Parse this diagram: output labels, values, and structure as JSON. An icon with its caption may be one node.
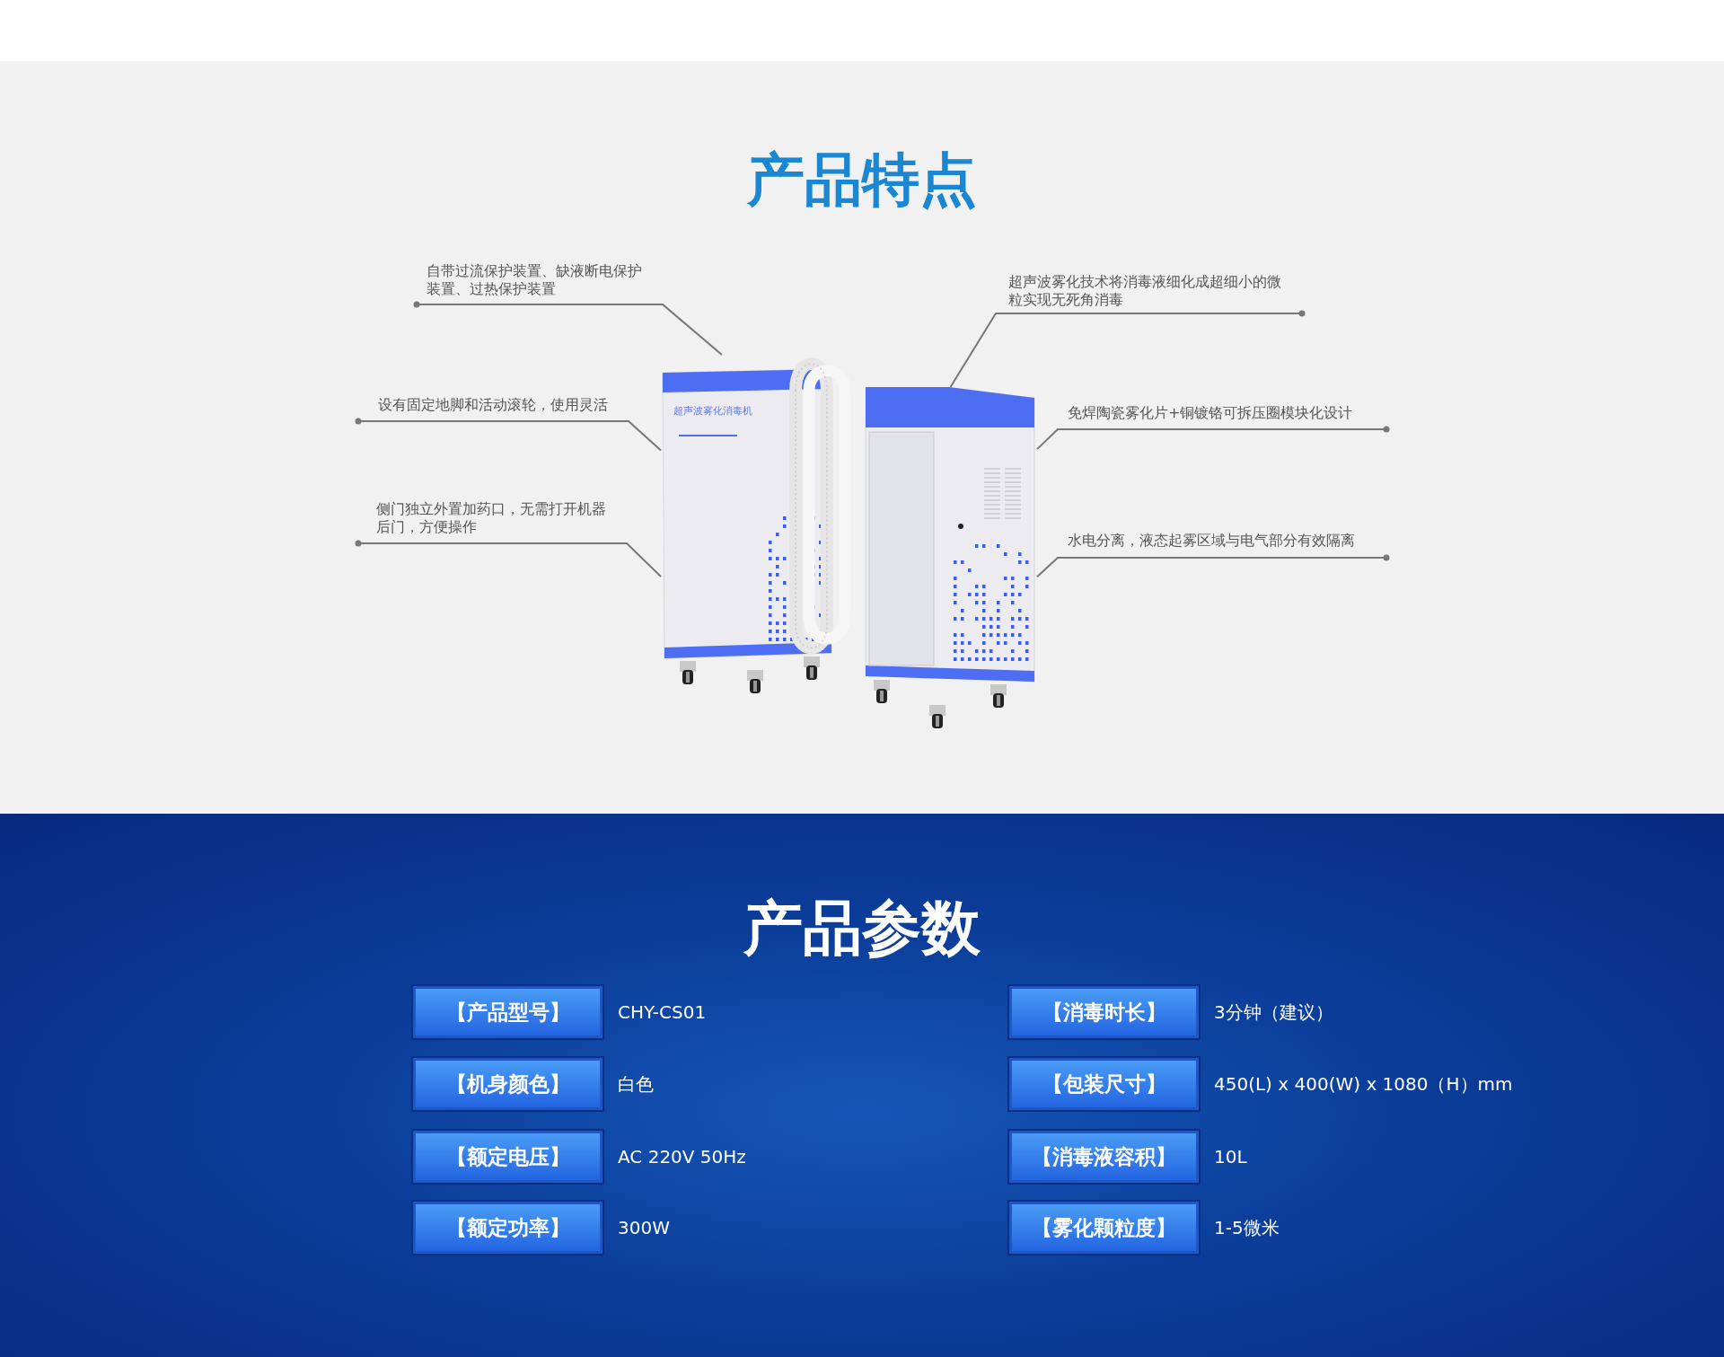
{
  "diagram": {
    "title": "产品特点",
    "nodes": [
      {
        "text": [
          "自带过流保护装置、缺液断电保护装置、过热保护装置"
        ]
      },
      {
        "text": [
          "超声波雾化技术将消毒液细化成超细小的微粒实现无死角消毒"
        ]
      },
      {
        "text": [
          "设有固定地脚和活动滚轮，使用灵活"
        ]
      },
      {
        "text": [
          "免焊陶瓷雾化片+铜镀铬可拆压圈模块化设计"
        ]
      },
      {
        "text": [
          "侧门独立外置加药口，无需打开机器后门，方便操作"
        ]
      },
      {
        "text": [
          "水电分离，液态起雾区域与电气部分有效隔离"
        ]
      },
      {
        "text": [],
        "shape": "picture"
      },
      {
        "text": [],
        "shape": "picture"
      },
      {
        "text": [
          "【产品型号】"
        ],
        "beside": [
          "CHY-CS01"
        ]
      },
      {
        "text": [
          "【消毒时长】"
        ],
        "beside": [
          "3分钟（建议）"
        ]
      },
      {
        "text": [
          "【机身颜色】"
        ],
        "beside": [
          "白色"
        ]
      },
      {
        "text": [
          "【包装尺寸】"
        ],
        "beside": [
          "450(L) x 400(W) x 1080（H）mm"
        ]
      },
      {
        "text": [
          "【额定电压】"
        ],
        "beside": [
          "AC 220V  50Hz"
        ]
      },
      {
        "text": [
          "【消毒液容积】"
        ],
        "beside": [
          "10L"
        ]
      },
      {
        "text": [
          "【额定功率】"
        ],
        "beside": [
          "300W"
        ]
      },
      {
        "text": [
          "【雾化颗粒度】"
        ],
        "beside": [
          "1-5微米"
        ]
      }
    ],
    "edges": [
      {
        "from": 0,
        "to": 6,
        "arrow": "other"
      },
      {
        "from": 1,
        "to": 7,
        "arrow": "other"
      },
      {
        "from": 2,
        "to": 6,
        "arrow": "other"
      },
      {
        "from": 3,
        "to": 7,
        "arrow": "other"
      },
      {
        "from": 4,
        "to": 6,
        "arrow": "other"
      },
      {
        "from": 5,
        "to": 7,
        "arrow": "other"
      }
    ],
    "labels": [
      "超声波雾化消毒机",
      "产品参数"
    ]
  }
}
